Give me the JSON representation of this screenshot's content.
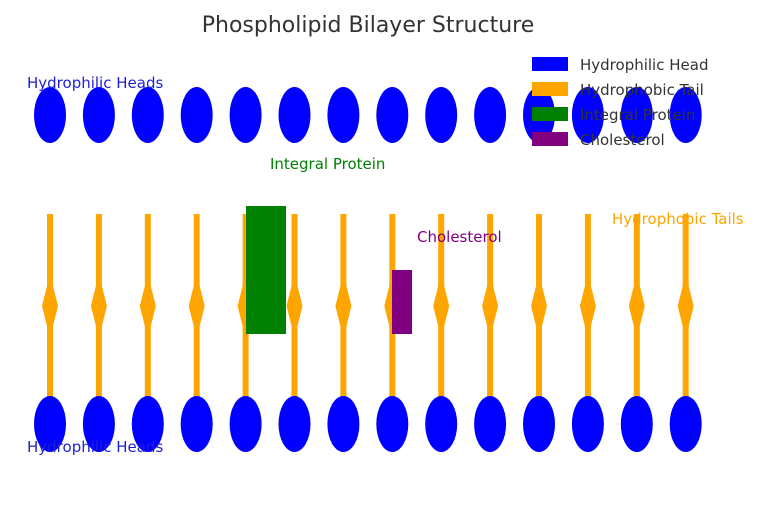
{
  "title": "Phospholipid Bilayer Structure",
  "labels": {
    "top_heads": "Hydrophilic Heads",
    "bottom_heads": "Hydrophilic Heads",
    "tails": "Hydrophobic Tails",
    "protein": "Integral Protein",
    "cholesterol": "Cholesterol"
  },
  "legend": [
    {
      "label": "Hydrophilic Head",
      "color": "#0000ff"
    },
    {
      "label": "Hydrophobic Tail",
      "color": "#ffa500"
    },
    {
      "label": "Integral Protein",
      "color": "#008000"
    },
    {
      "label": "Cholesterol",
      "color": "#800080"
    }
  ],
  "colors": {
    "head": "#0000ff",
    "tail": "#ffa500",
    "protein": "#008000",
    "cholesterol": "#800080",
    "heads_label": "#1f1fd0",
    "tails_label": "#ffa500",
    "protein_label": "#008000",
    "cholesterol_label": "#800080"
  },
  "phospholipid_count": 14
}
